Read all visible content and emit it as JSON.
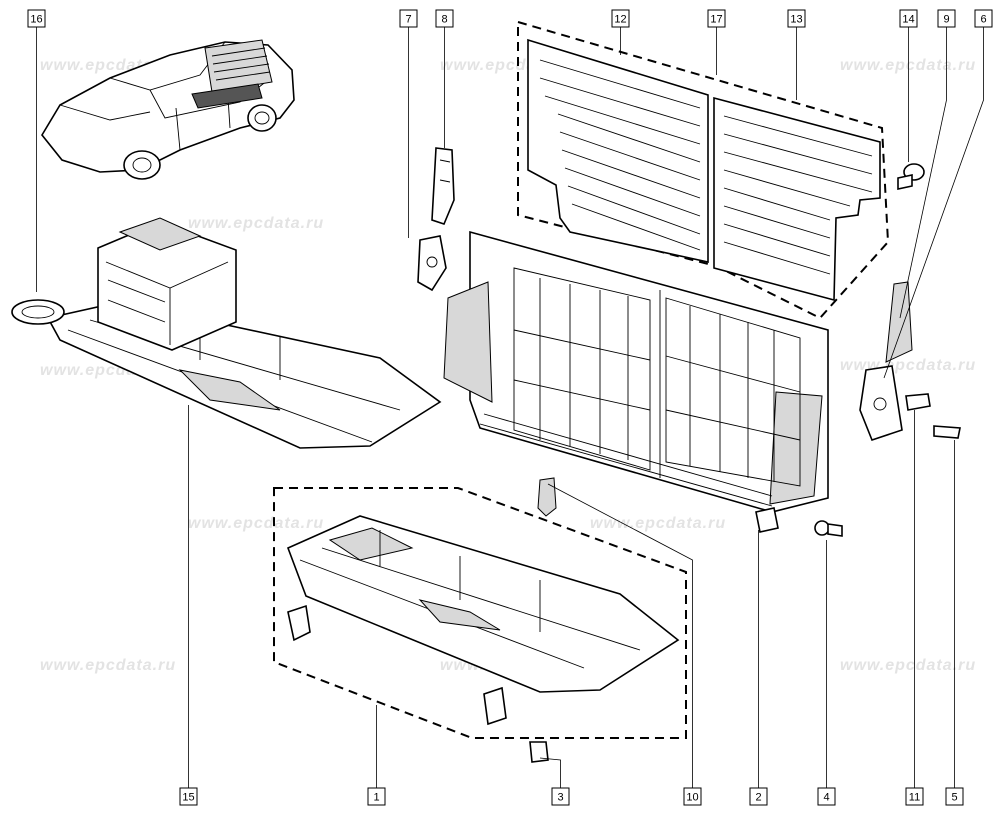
{
  "watermark": "www.epcdata.ru",
  "callouts": [
    {
      "num": "16",
      "box": [
        28,
        10
      ],
      "to": [
        36,
        292
      ]
    },
    {
      "num": "7",
      "box": [
        400,
        10
      ],
      "to": [
        428,
        238
      ]
    },
    {
      "num": "8",
      "box": [
        436,
        10
      ],
      "to": [
        444,
        148
      ]
    },
    {
      "num": "12",
      "box": [
        612,
        10
      ],
      "to": [
        620,
        55
      ]
    },
    {
      "num": "17",
      "box": [
        708,
        10
      ],
      "to": [
        716,
        75
      ]
    },
    {
      "num": "13",
      "box": [
        788,
        10
      ],
      "to": [
        797,
        100
      ]
    },
    {
      "num": "14",
      "box": [
        900,
        10
      ],
      "to": [
        908,
        162
      ]
    },
    {
      "num": "9",
      "box": [
        938,
        10
      ],
      "to": [
        946,
        100
      ],
      "bend": [
        900,
        318
      ]
    },
    {
      "num": "6",
      "box": [
        975,
        10
      ],
      "to": [
        984,
        100
      ],
      "bend": [
        884,
        378
      ]
    },
    {
      "num": "15",
      "box": [
        180,
        788
      ],
      "to": [
        188,
        405
      ]
    },
    {
      "num": "1",
      "box": [
        368,
        788
      ],
      "to": [
        376,
        705
      ]
    },
    {
      "num": "3",
      "box": [
        552,
        788
      ],
      "to": [
        560,
        760
      ],
      "bend": [
        540,
        758
      ]
    },
    {
      "num": "10",
      "box": [
        684,
        788
      ],
      "to": [
        693,
        560
      ],
      "bend": [
        548,
        484
      ]
    },
    {
      "num": "2",
      "box": [
        750,
        788
      ],
      "to": [
        758,
        530
      ]
    },
    {
      "num": "4",
      "box": [
        818,
        788
      ],
      "to": [
        826,
        540
      ]
    },
    {
      "num": "11",
      "box": [
        906,
        788
      ],
      "to": [
        914,
        410
      ]
    },
    {
      "num": "5",
      "box": [
        946,
        788
      ],
      "to": [
        955,
        440
      ]
    }
  ]
}
